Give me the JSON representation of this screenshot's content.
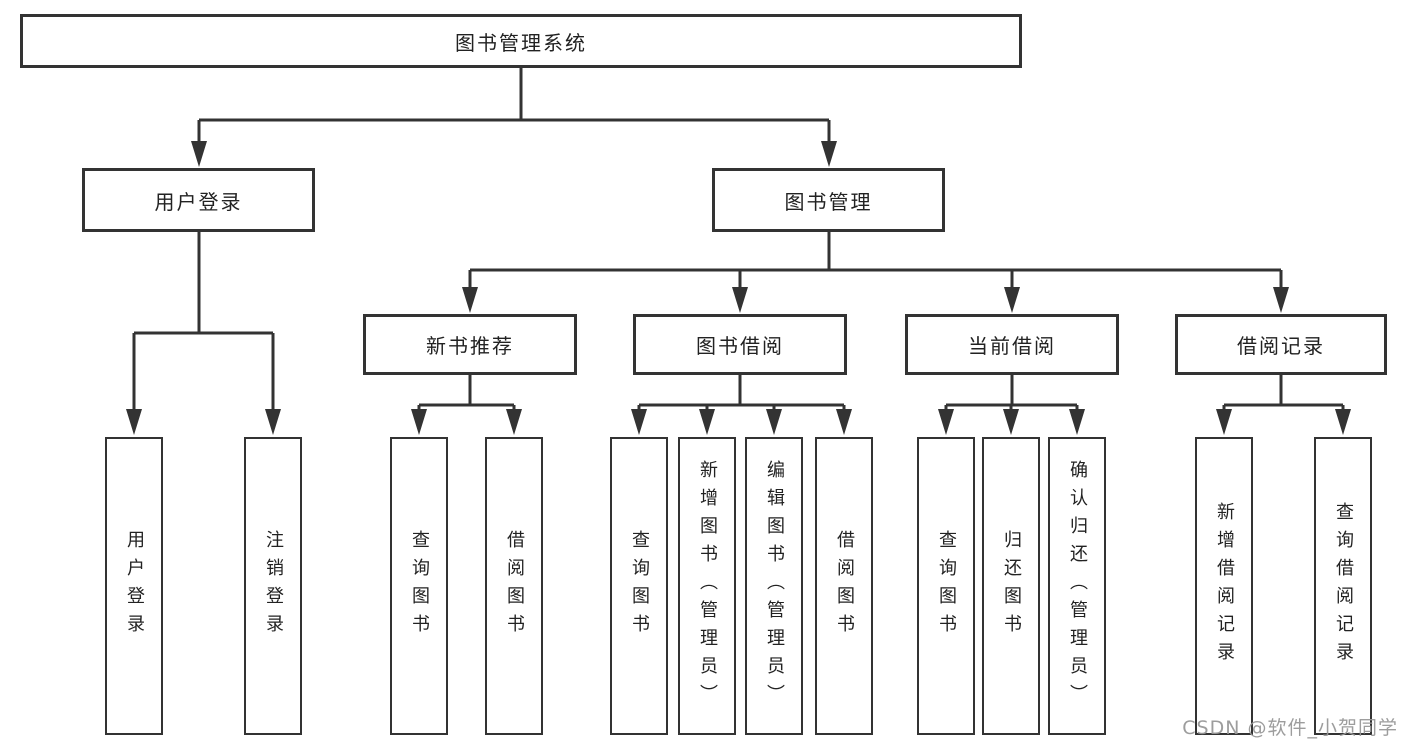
{
  "diagram": {
    "root": {
      "label": "图书管理系统"
    },
    "level2": [
      {
        "label": "用户登录"
      },
      {
        "label": "图书管理"
      }
    ],
    "level3": [
      {
        "label": "新书推荐"
      },
      {
        "label": "图书借阅"
      },
      {
        "label": "当前借阅"
      },
      {
        "label": "借阅记录"
      }
    ],
    "leaves": [
      {
        "label": "用户登录"
      },
      {
        "label": "注销登录"
      },
      {
        "label": "查询图书"
      },
      {
        "label": "借阅图书"
      },
      {
        "label": "查询图书"
      },
      {
        "label": "新增图书（管理员）"
      },
      {
        "label": "编辑图书（管理员）"
      },
      {
        "label": "借阅图书"
      },
      {
        "label": "查询图书"
      },
      {
        "label": "归还图书"
      },
      {
        "label": "确认归还（管理员）"
      },
      {
        "label": "新增借阅记录"
      },
      {
        "label": "查询借阅记录"
      }
    ]
  },
  "watermark": {
    "text": "CSDN @软件_小贺同学"
  },
  "colors": {
    "line": "#333333",
    "box_border": "#333333",
    "text": "#222222",
    "background": "#ffffff",
    "watermark": "#989898"
  }
}
